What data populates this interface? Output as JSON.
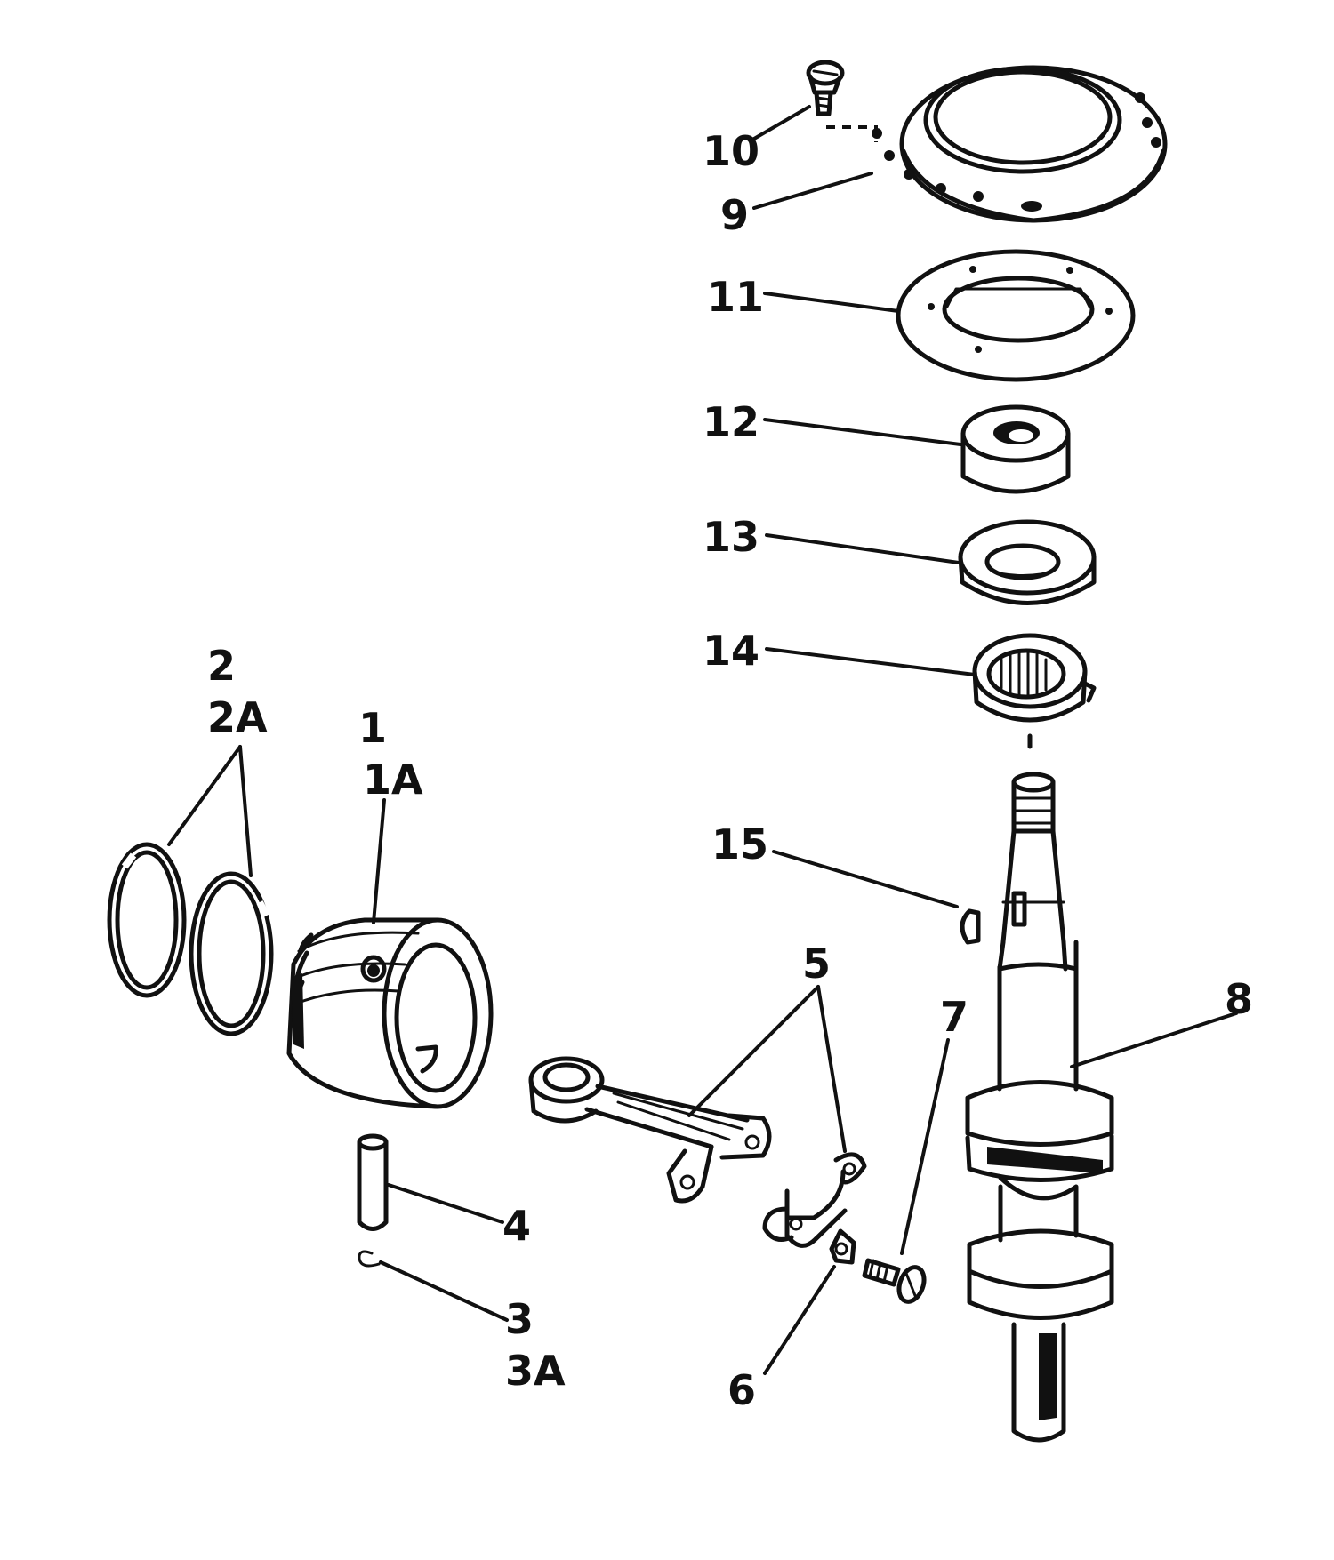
{
  "callouts": {
    "c1": "1",
    "c1a": "1A",
    "c2": "2",
    "c2a": "2A",
    "c3": "3",
    "c3a": "3A",
    "c4": "4",
    "c5": "5",
    "c6": "6",
    "c7": "7",
    "c8": "8",
    "c9": "9",
    "c10": "10",
    "c11": "11",
    "c12": "12",
    "c13": "13",
    "c14": "14",
    "c15": "15"
  }
}
